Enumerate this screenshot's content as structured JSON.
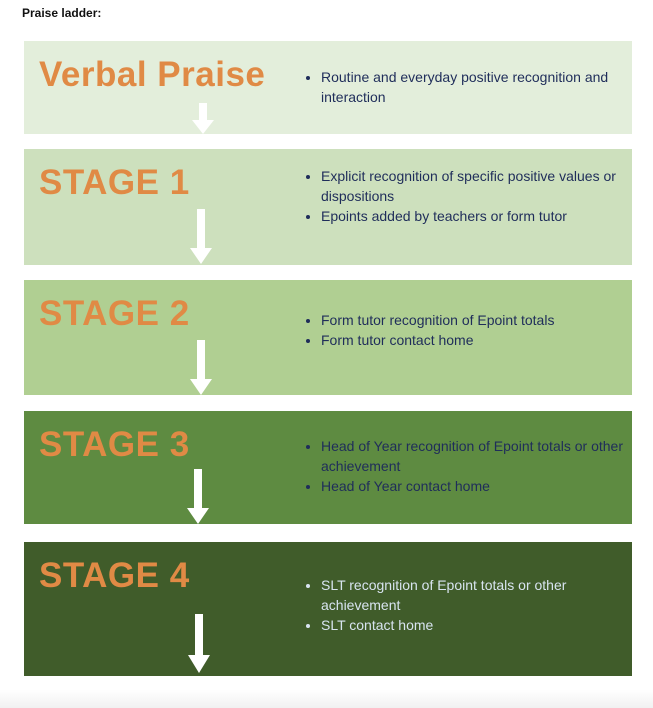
{
  "doc_title": "Praise ladder:",
  "stages": [
    {
      "title": "Verbal Praise",
      "bullets": [
        "Routine and everyday positive recognition and interaction"
      ],
      "bg_color": "#e3eedb",
      "text_color": "#1f2d5a"
    },
    {
      "title": "STAGE 1",
      "bullets": [
        "Explicit recognition of specific positive values or dispositions",
        "Epoints added by teachers or form tutor"
      ],
      "bg_color": "#cde0bd",
      "text_color": "#1f2d5a"
    },
    {
      "title": "STAGE 2",
      "bullets": [
        "Form tutor recognition of Epoint totals",
        "Form tutor contact home"
      ],
      "bg_color": "#b0cf92",
      "text_color": "#1f2d5a"
    },
    {
      "title": "STAGE 3",
      "bullets": [
        "Head of Year recognition of Epoint totals or other achievement",
        "Head of Year contact home"
      ],
      "bg_color": "#5e8b41",
      "text_color": "#1f2d5a"
    },
    {
      "title": "STAGE 4",
      "bullets": [
        "SLT recognition of Epoint totals or other achievement",
        "SLT contact home"
      ],
      "bg_color": "#405c2a",
      "text_color": "#d8e4f0"
    }
  ],
  "title_color": "#e08a45",
  "arrow_color": "#ffffff",
  "arrow_icon": "down-arrow-icon"
}
